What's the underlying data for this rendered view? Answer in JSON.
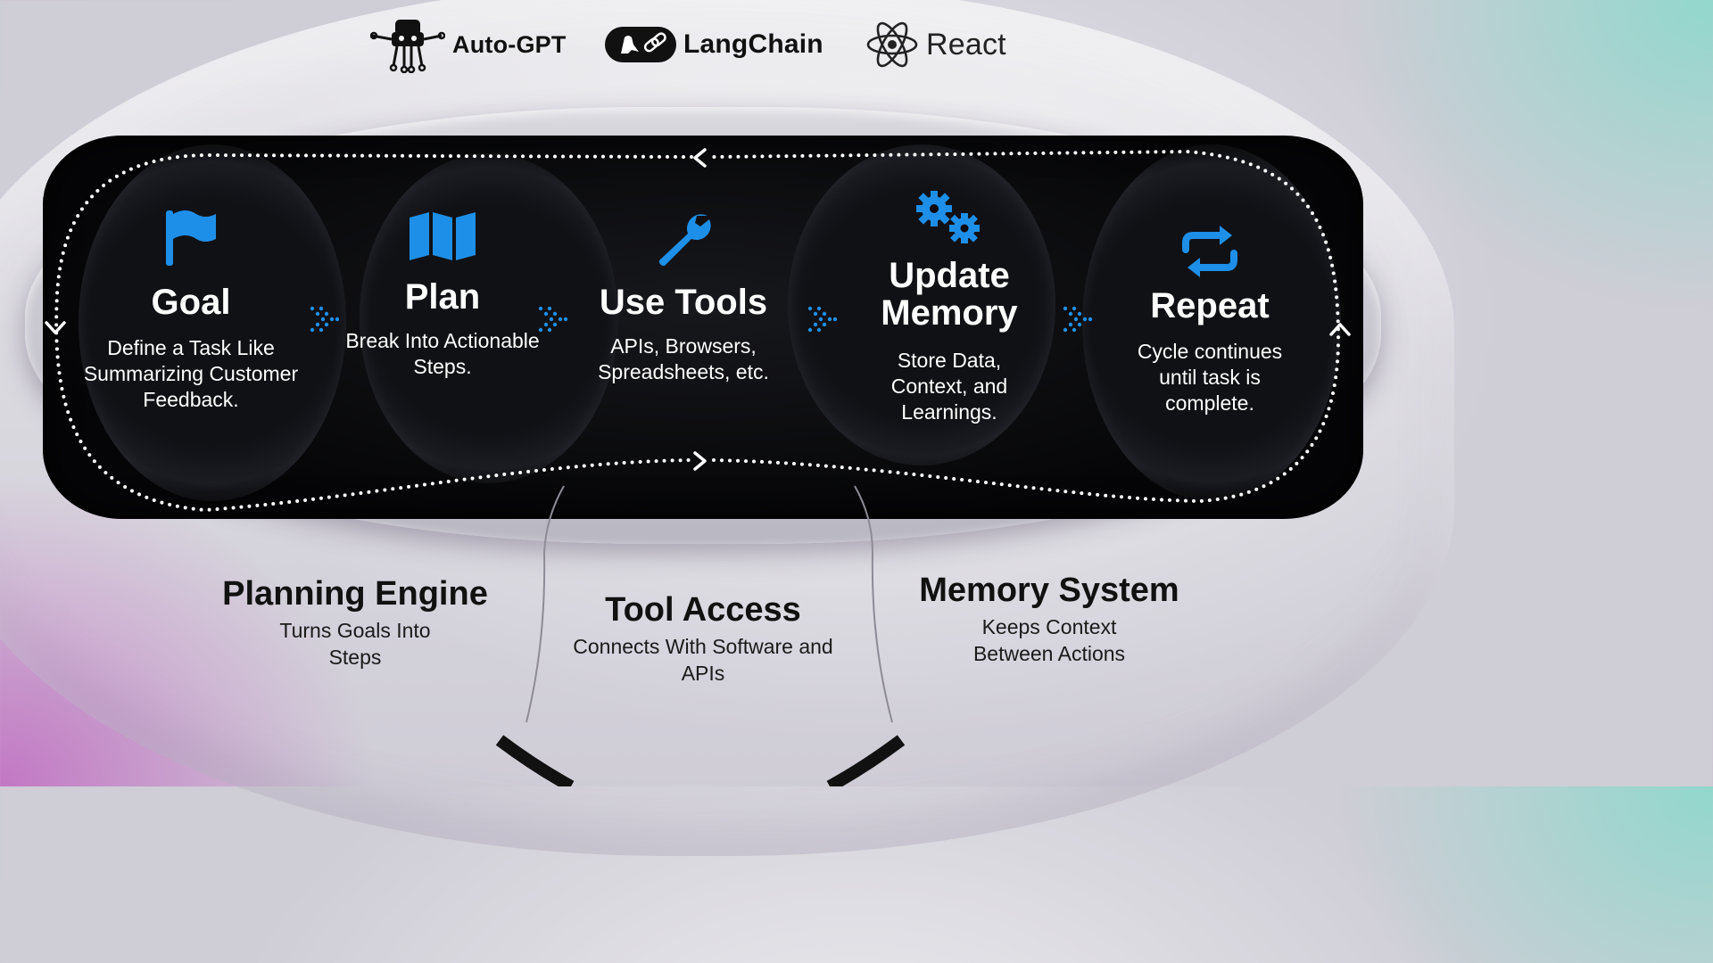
{
  "logos": {
    "autogpt": "Auto-GPT",
    "langchain": "LangChain",
    "react": "React"
  },
  "steps": [
    {
      "title": "Goal",
      "desc": "Define a Task Like Summarizing Customer Feedback.",
      "icon": "flag-icon"
    },
    {
      "title": "Plan",
      "desc": "Break Into Actionable Steps.",
      "icon": "map-icon"
    },
    {
      "title": "Use Tools",
      "desc": "APIs, Browsers, Spreadsheets, etc.",
      "icon": "wrench-icon"
    },
    {
      "title": "Update Memory",
      "desc": "Store Data, Context, and Learnings.",
      "icon": "gears-icon"
    },
    {
      "title": "Repeat",
      "desc": "Cycle continues until task is complete.",
      "icon": "repeat-icon"
    }
  ],
  "components": [
    {
      "title": "Planning Engine",
      "desc": "Turns Goals Into Steps"
    },
    {
      "title": "Tool Access",
      "desc": "Connects With Software and APIs"
    },
    {
      "title": "Memory System",
      "desc": "Keeps Context Between Actions"
    }
  ],
  "colors": {
    "accent": "#1e8fe8",
    "visor": "#0a0a0d",
    "text_dark": "#111111"
  }
}
